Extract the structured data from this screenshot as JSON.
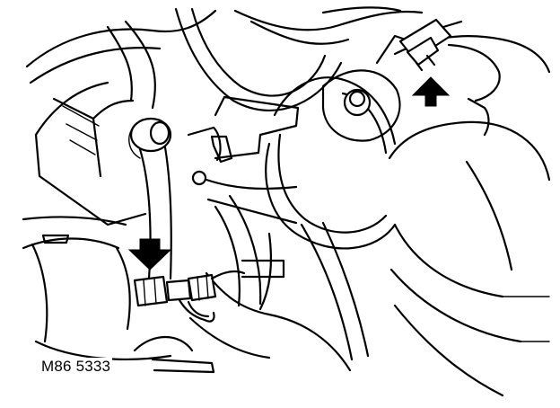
{
  "figure": {
    "reference": "M86 5333",
    "arrows": [
      "down-arrow",
      "up-arrow"
    ],
    "colors": {
      "line": "#000000",
      "background": "#ffffff"
    }
  }
}
